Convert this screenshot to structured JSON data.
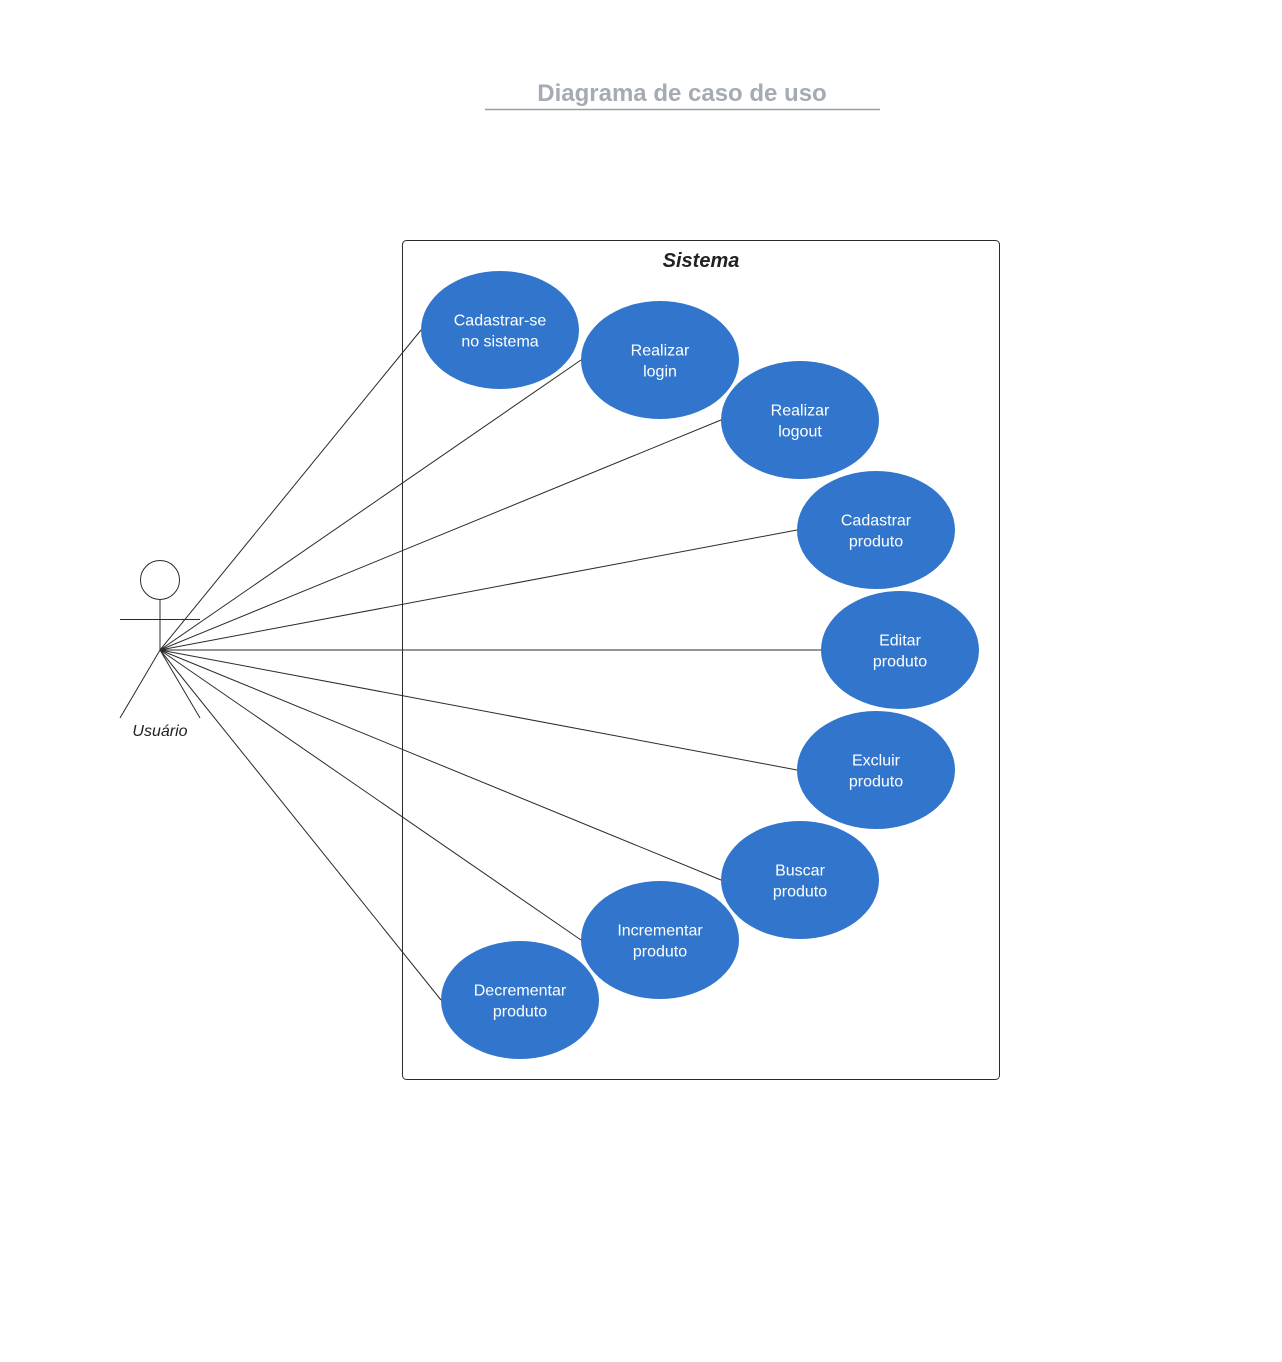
{
  "title": "Diagrama de caso de uso",
  "system": {
    "label": "Sistema"
  },
  "actor": {
    "label": "Usuário",
    "icon": "stick-figure-actor-icon"
  },
  "colors": {
    "use_case_fill": "#3176cc",
    "use_case_text": "#ffffff",
    "title_text": "#a5abb3",
    "line": "#2b2b2b"
  },
  "use_cases": [
    {
      "id": "cadastrar-se",
      "lines": [
        "Cadastrar-se",
        "no sistema"
      ]
    },
    {
      "id": "realizar-login",
      "lines": [
        "Realizar",
        "login"
      ]
    },
    {
      "id": "realizar-logout",
      "lines": [
        "Realizar",
        "logout"
      ]
    },
    {
      "id": "cadastrar-produto",
      "lines": [
        "Cadastrar",
        "produto"
      ]
    },
    {
      "id": "editar-produto",
      "lines": [
        "Editar",
        "produto"
      ]
    },
    {
      "id": "excluir-produto",
      "lines": [
        "Excluir",
        "produto"
      ]
    },
    {
      "id": "buscar-produto",
      "lines": [
        "Buscar",
        "produto"
      ]
    },
    {
      "id": "incrementar-produto",
      "lines": [
        "Incrementar",
        "produto"
      ]
    },
    {
      "id": "decrementar-produto",
      "lines": [
        "Decrementar",
        "produto"
      ]
    }
  ]
}
